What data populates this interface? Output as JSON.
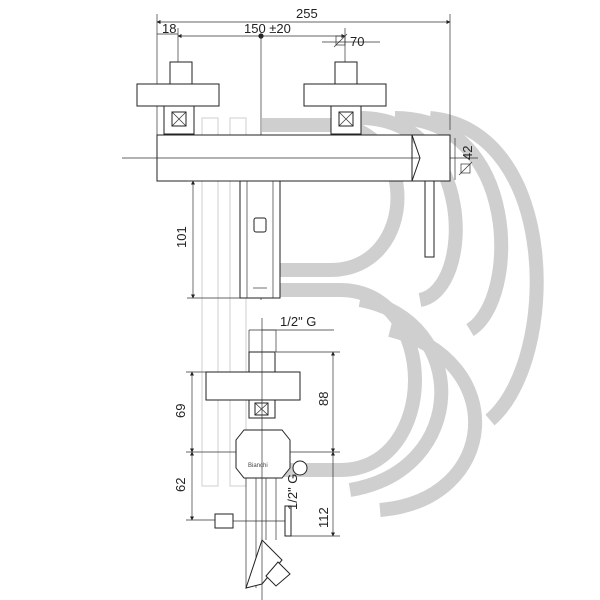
{
  "colors": {
    "line": "#222222",
    "watermark": "#cfcfcf",
    "background": "#ffffff"
  },
  "dimensions": {
    "overall_width": "255",
    "offset_left": "18",
    "center_distance": "150 ±20",
    "handle_diameter": "70",
    "spout_diameter": "42",
    "body_depth": "101",
    "inlet_thread_top": "1/2\" G",
    "handle_height": "69",
    "total_height": "88",
    "lower_height": "62",
    "inlet_thread_side": "1/2\" G",
    "lower_depth": "112"
  },
  "labels": {
    "brand": "Bianchi"
  },
  "watermark": {
    "logo_letters": "IB"
  }
}
